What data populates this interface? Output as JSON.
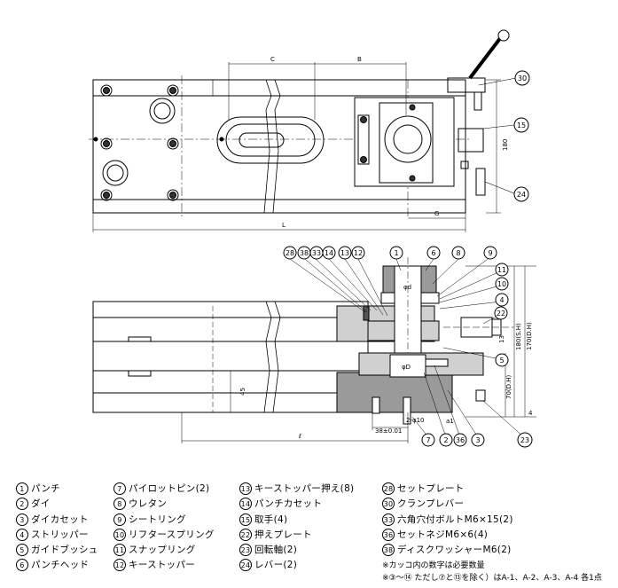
{
  "dimensions": {
    "c": "C",
    "b": "B",
    "g": "G",
    "l": "L",
    "el": "ℓ",
    "h180": "180",
    "d45": "45",
    "d38": "38±0.01",
    "d2phi10": "2-φ10",
    "a1": "a1",
    "phid": "φd",
    "phid2": "φD",
    "h180sh": "180(S.H)",
    "h170dh": "170(D.H)",
    "h70dh": "70(D.H)",
    "d4": "4",
    "d13": "13"
  },
  "callouts": {
    "top_30": "30",
    "top_15": "15",
    "top_24": "24",
    "s28": "28",
    "s38": "38",
    "s33": "33",
    "s14": "14",
    "s13": "13",
    "s12": "12",
    "s1": "1",
    "s6": "6",
    "s8": "8",
    "s9": "9",
    "s11": "11",
    "s10": "10",
    "s4": "4",
    "s22": "22",
    "s5": "5",
    "s23": "23",
    "b7": "7",
    "b2": "2",
    "b36": "36",
    "b3": "3"
  },
  "legend": {
    "col1": [
      {
        "num": "1",
        "label": "パンチ"
      },
      {
        "num": "2",
        "label": "ダイ"
      },
      {
        "num": "3",
        "label": "ダイカセット"
      },
      {
        "num": "4",
        "label": "ストリッパー"
      },
      {
        "num": "5",
        "label": "ガイドブッシュ"
      },
      {
        "num": "6",
        "label": "パンチヘッド"
      }
    ],
    "col2": [
      {
        "num": "7",
        "label": "パイロットピン(2)"
      },
      {
        "num": "8",
        "label": "ウレタン"
      },
      {
        "num": "9",
        "label": "シートリング"
      },
      {
        "num": "10",
        "label": "リフタースプリング"
      },
      {
        "num": "11",
        "label": "スナップリング"
      },
      {
        "num": "12",
        "label": "キーストッパー"
      }
    ],
    "col3": [
      {
        "num": "13",
        "label": "キーストッパー押え(8)"
      },
      {
        "num": "14",
        "label": "パンチカセット"
      },
      {
        "num": "15",
        "label": "取手(4)"
      },
      {
        "num": "22",
        "label": "押えプレート"
      },
      {
        "num": "23",
        "label": "回転軸(2)"
      },
      {
        "num": "24",
        "label": "レバー(2)"
      }
    ],
    "col4": [
      {
        "num": "28",
        "label": "セットプレート"
      },
      {
        "num": "30",
        "label": "クランプレバー"
      },
      {
        "num": "33",
        "label": "六角穴付ボルトM6×15(2)"
      },
      {
        "num": "36",
        "label": "セットネジM6×6(4)"
      },
      {
        "num": "38",
        "label": "ディスクワッシャーM6(2)"
      }
    ],
    "note1": "※カッコ内の数字は必要数量",
    "note2": "※③〜⑭ ただし⑦と⑬を除く）はA-1、A-2、A-3、A-4 各1点"
  }
}
